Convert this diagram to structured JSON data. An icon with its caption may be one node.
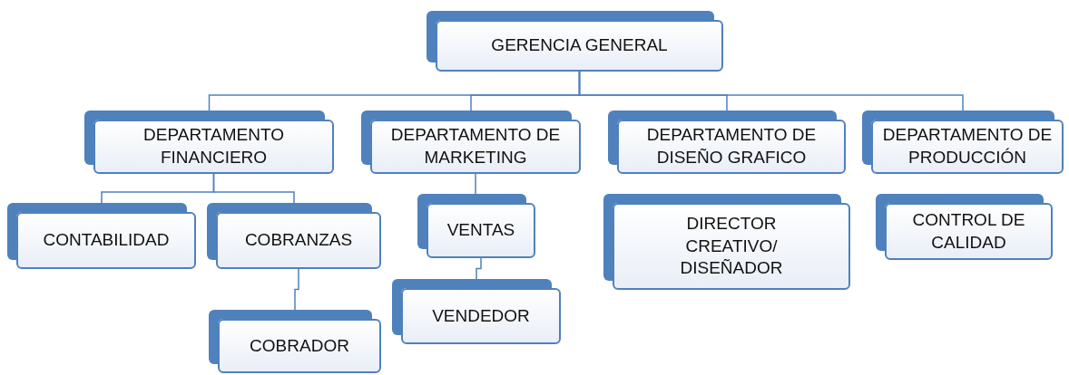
{
  "diagram": {
    "nodes": [
      {
        "text": [
          "GERENCIA GENERAL"
        ]
      },
      {
        "text": [
          "DEPARTAMENTO FINANCIERO"
        ]
      },
      {
        "text": [
          "DEPARTAMENTO DE MARKETING"
        ]
      },
      {
        "text": [
          "DEPARTAMENTO DE DISEÑO GRAFICO"
        ]
      },
      {
        "text": [
          "DEPARTAMENTO DE PRODUCCIÓN"
        ]
      },
      {
        "text": [
          "CONTABILIDAD"
        ]
      },
      {
        "text": [
          "COBRANZAS"
        ]
      },
      {
        "text": [
          "VENTAS"
        ]
      },
      {
        "text": [
          "DIRECTOR CREATIVO/ DISEÑADOR"
        ]
      },
      {
        "text": [
          "CONTROL DE CALIDAD"
        ]
      },
      {
        "text": [
          "COBRADOR"
        ]
      },
      {
        "text": [
          "VENDEDOR"
        ]
      }
    ],
    "edges": [
      {
        "from": 0,
        "to": 1,
        "arrow": "none"
      },
      {
        "from": 0,
        "to": 2,
        "arrow": "none"
      },
      {
        "from": 0,
        "to": 3,
        "arrow": "none"
      },
      {
        "from": 0,
        "to": 4,
        "arrow": "none"
      },
      {
        "from": 1,
        "to": 5,
        "arrow": "none"
      },
      {
        "from": 1,
        "to": 6,
        "arrow": "none"
      },
      {
        "from": 6,
        "to": 10,
        "arrow": "none"
      },
      {
        "from": 2,
        "to": 7,
        "arrow": "none"
      },
      {
        "from": 7,
        "to": 11,
        "arrow": "none"
      }
    ]
  }
}
